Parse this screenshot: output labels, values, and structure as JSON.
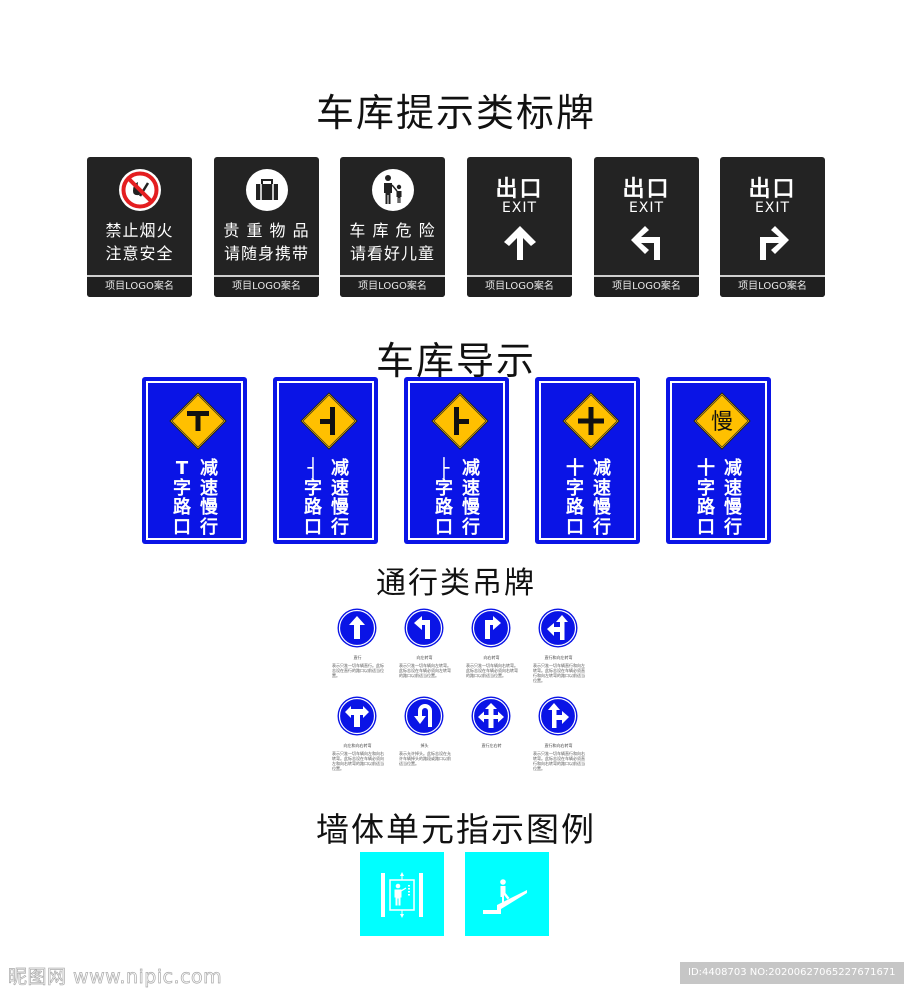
{
  "sections": {
    "prompt_signs_title": "车库提示类标牌",
    "guide_signs_title": "车库导示",
    "hanging_signs_title": "通行类吊牌",
    "wall_legend_title": "墙体单元指示图例"
  },
  "colors": {
    "dark_sign_bg": "#232323",
    "guide_blue": "#0a14e6",
    "warning_yellow": "#ffc000",
    "round_blue": "#0a14e6",
    "wall_cyan": "#00ffff",
    "prohibit_red": "#e41e20"
  },
  "dark_signs": [
    {
      "icon": "no-fire-icon",
      "line1": "禁止烟火",
      "line2": "注意安全",
      "footer": "项目LOGO案名"
    },
    {
      "icon": "briefcase-icon",
      "line1": "贵 重 物 品",
      "line2": "请随身携带",
      "footer": "项目LOGO案名"
    },
    {
      "icon": "adult-child-icon",
      "line1": "车 库 危 险",
      "line2": "请看好儿童",
      "footer": "项目LOGO案名"
    },
    {
      "icon": "arrow-up-icon",
      "title_cn": "出口",
      "title_en": "EXIT",
      "footer": "项目LOGO案名"
    },
    {
      "icon": "arrow-left-turn-icon",
      "title_cn": "出口",
      "title_en": "EXIT",
      "footer": "项目LOGO案名"
    },
    {
      "icon": "arrow-right-turn-icon",
      "title_cn": "出口",
      "title_en": "EXIT",
      "footer": "项目LOGO案名"
    }
  ],
  "guide_signs": [
    {
      "diamond_icon": "t-junction-icon",
      "left_symbol": "T",
      "left_chars": [
        "字",
        "路",
        "口"
      ],
      "right_chars": [
        "减",
        "速",
        "慢",
        "行"
      ]
    },
    {
      "diamond_icon": "t-junction-left-icon",
      "left_symbol": "┤",
      "left_chars": [
        "字",
        "路",
        "口"
      ],
      "right_chars": [
        "减",
        "速",
        "慢",
        "行"
      ]
    },
    {
      "diamond_icon": "t-junction-right-icon",
      "left_symbol": "├",
      "left_chars": [
        "字",
        "路",
        "口"
      ],
      "right_chars": [
        "减",
        "速",
        "慢",
        "行"
      ]
    },
    {
      "diamond_icon": "crossroad-icon",
      "left_symbol": "十",
      "left_chars": [
        "字",
        "路",
        "口"
      ],
      "right_chars": [
        "减",
        "速",
        "慢",
        "行"
      ]
    },
    {
      "diamond_icon": "slow-icon",
      "diamond_text": "慢",
      "left_symbol": "十",
      "left_chars": [
        "字",
        "路",
        "口"
      ],
      "right_chars": [
        "减",
        "速",
        "慢",
        "行"
      ]
    }
  ],
  "round_signs": [
    {
      "icon": "straight-arrow-icon",
      "name": "直行",
      "desc": "表示只准一切车辆直行。此标志设在直行的路口以前适当位置。"
    },
    {
      "icon": "turn-left-arrow-icon",
      "name": "向左转弯",
      "desc": "表示只准一切车辆向左转弯。此标志设在车辆必须向左转弯的路口以前适当位置。"
    },
    {
      "icon": "turn-right-arrow-icon",
      "name": "向右转弯",
      "desc": "表示只准一切车辆向右转弯。此标志设在车辆必须向右转弯的路口以前适当位置。"
    },
    {
      "icon": "straight-left-arrow-icon",
      "name": "直行和向左转弯",
      "desc": "表示只准一切车辆直行和向左转弯。此标志设在车辆必须直行和向左转弯的路口以前适当位置。"
    },
    {
      "icon": "left-right-arrow-icon",
      "name": "向左和向右转弯",
      "desc": "表示只准一切车辆向左和向右转弯。此标志设在车辆必须向左和向右转弯的路口以前适当位置。"
    },
    {
      "icon": "u-turn-arrow-icon",
      "name": "掉头",
      "desc": "表示允许掉头。此标志设在允许车辆掉头的路段或路口以前适当位置。"
    },
    {
      "icon": "straight-left-right-arrow-icon",
      "name": "直行左右转",
      "desc": ""
    },
    {
      "icon": "straight-right-arrow-icon",
      "name": "直行和向右转弯",
      "desc": "表示只准一切车辆直行和向右转弯。此标志设在车辆必须直行和向右转弯的路口以前适当位置。"
    }
  ],
  "wall_icons": [
    {
      "icon": "elevator-icon"
    },
    {
      "icon": "stairs-icon"
    }
  ],
  "watermark": {
    "left": "昵图网 www.nipic.com",
    "right": "ID:4408703 NO:20200627065227671671"
  }
}
